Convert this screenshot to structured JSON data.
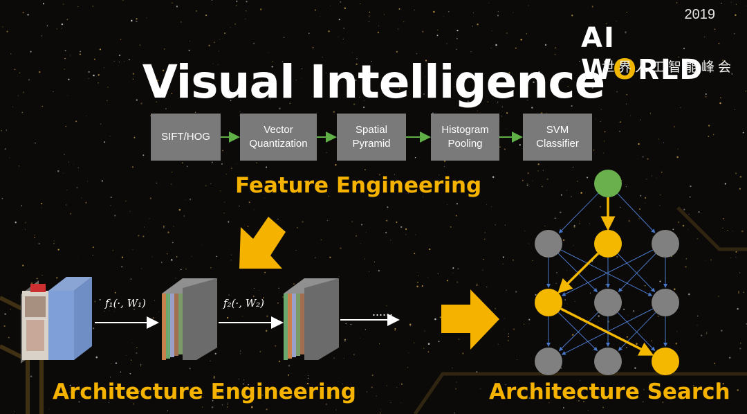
{
  "logo": {
    "year": "2019",
    "brand_left": "AI W",
    "brand_ring": "O",
    "brand_right": "RLD",
    "subtitle": "世界人工智能峰会"
  },
  "title": "Visual Intelligence",
  "pipeline": {
    "boxes": [
      {
        "label": "SIFT/HOG"
      },
      {
        "label": "Vector\nQuantization"
      },
      {
        "label": "Spatial\nPyramid"
      },
      {
        "label": "Histogram\nPooling"
      },
      {
        "label": "SVM\nClassifier"
      }
    ],
    "arrow_color": "#5fb046"
  },
  "feature_engineering_label": "Feature Engineering",
  "architecture_engineering": {
    "label": "Architecture Engineering",
    "f1_label": "f₁(·, W₁)",
    "f2_label": "f₂(·, W₂)",
    "ellipsis": "......"
  },
  "architecture_search": {
    "label": "Architecture Search",
    "node_colors": {
      "root": "#6ab04c",
      "selected": "#f5b800",
      "default": "#808080"
    },
    "edge_colors": {
      "default": "#4a78c8",
      "selected": "#f5b800"
    }
  },
  "accent_color": "#f5b300"
}
